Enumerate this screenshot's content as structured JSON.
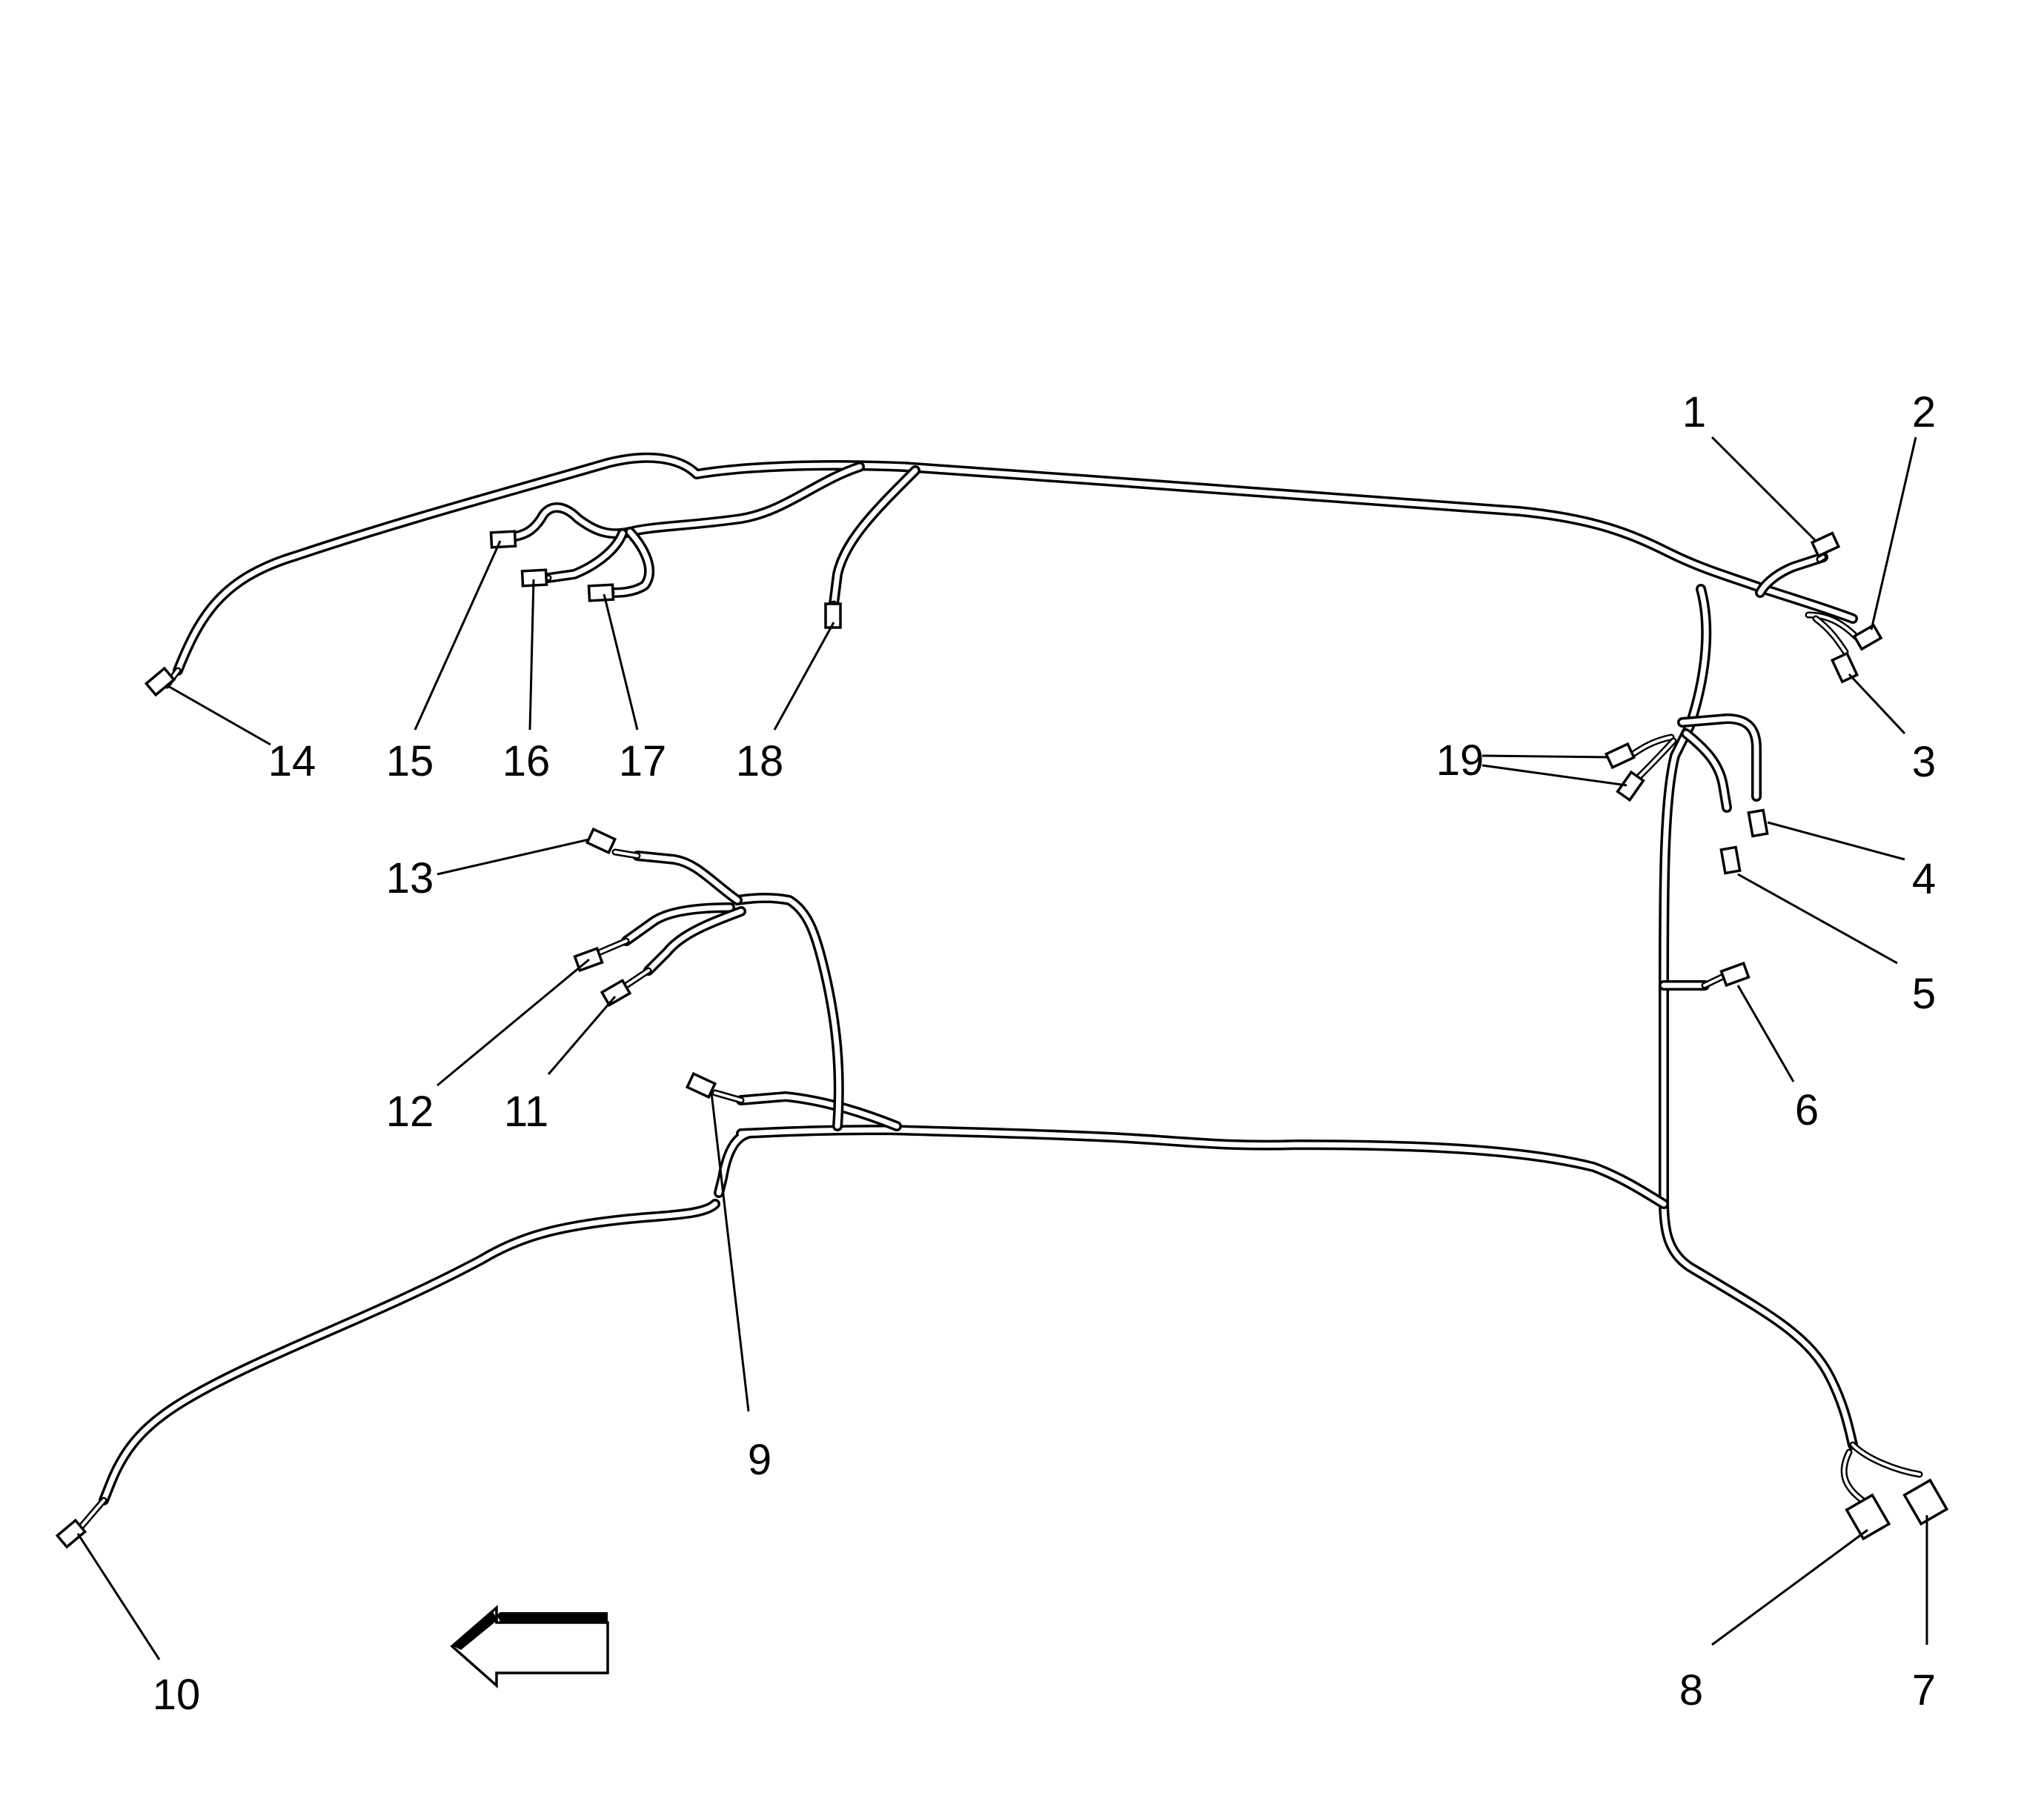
{
  "diagram": {
    "callouts": [
      "1",
      "2",
      "3",
      "4",
      "5",
      "6",
      "7",
      "8",
      "9",
      "10",
      "11",
      "12",
      "13",
      "14",
      "15",
      "16",
      "17",
      "18",
      "19"
    ]
  },
  "colors": {
    "line": "#000000",
    "background": "#ffffff"
  },
  "icons": {
    "direction_arrow": "left-arrow-icon"
  }
}
